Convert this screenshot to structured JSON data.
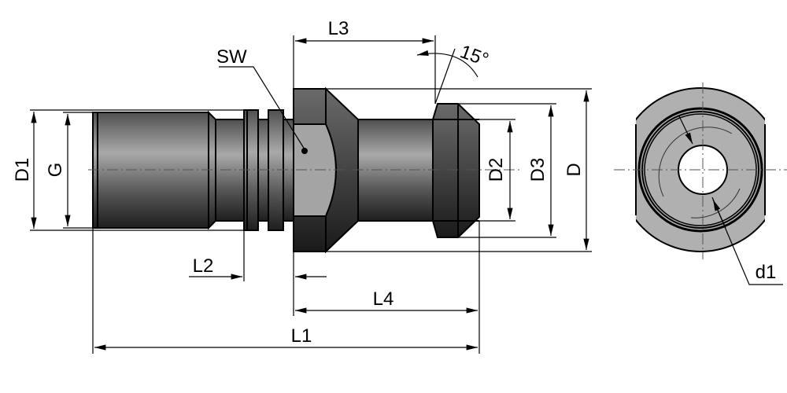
{
  "title": "Pull stud dimension drawing",
  "labels": {
    "D1": "D1",
    "G": "G",
    "SW": "SW",
    "L3": "L3",
    "angle": "15°",
    "D2": "D2",
    "D3": "D3",
    "D": "D",
    "L2": "L2",
    "L4": "L4",
    "L1": "L1",
    "d1": "d1"
  },
  "colors": {
    "body_dark": "#3a3a3a",
    "body_light": "#a8a8a8",
    "end_face": "#b0b0b0"
  }
}
